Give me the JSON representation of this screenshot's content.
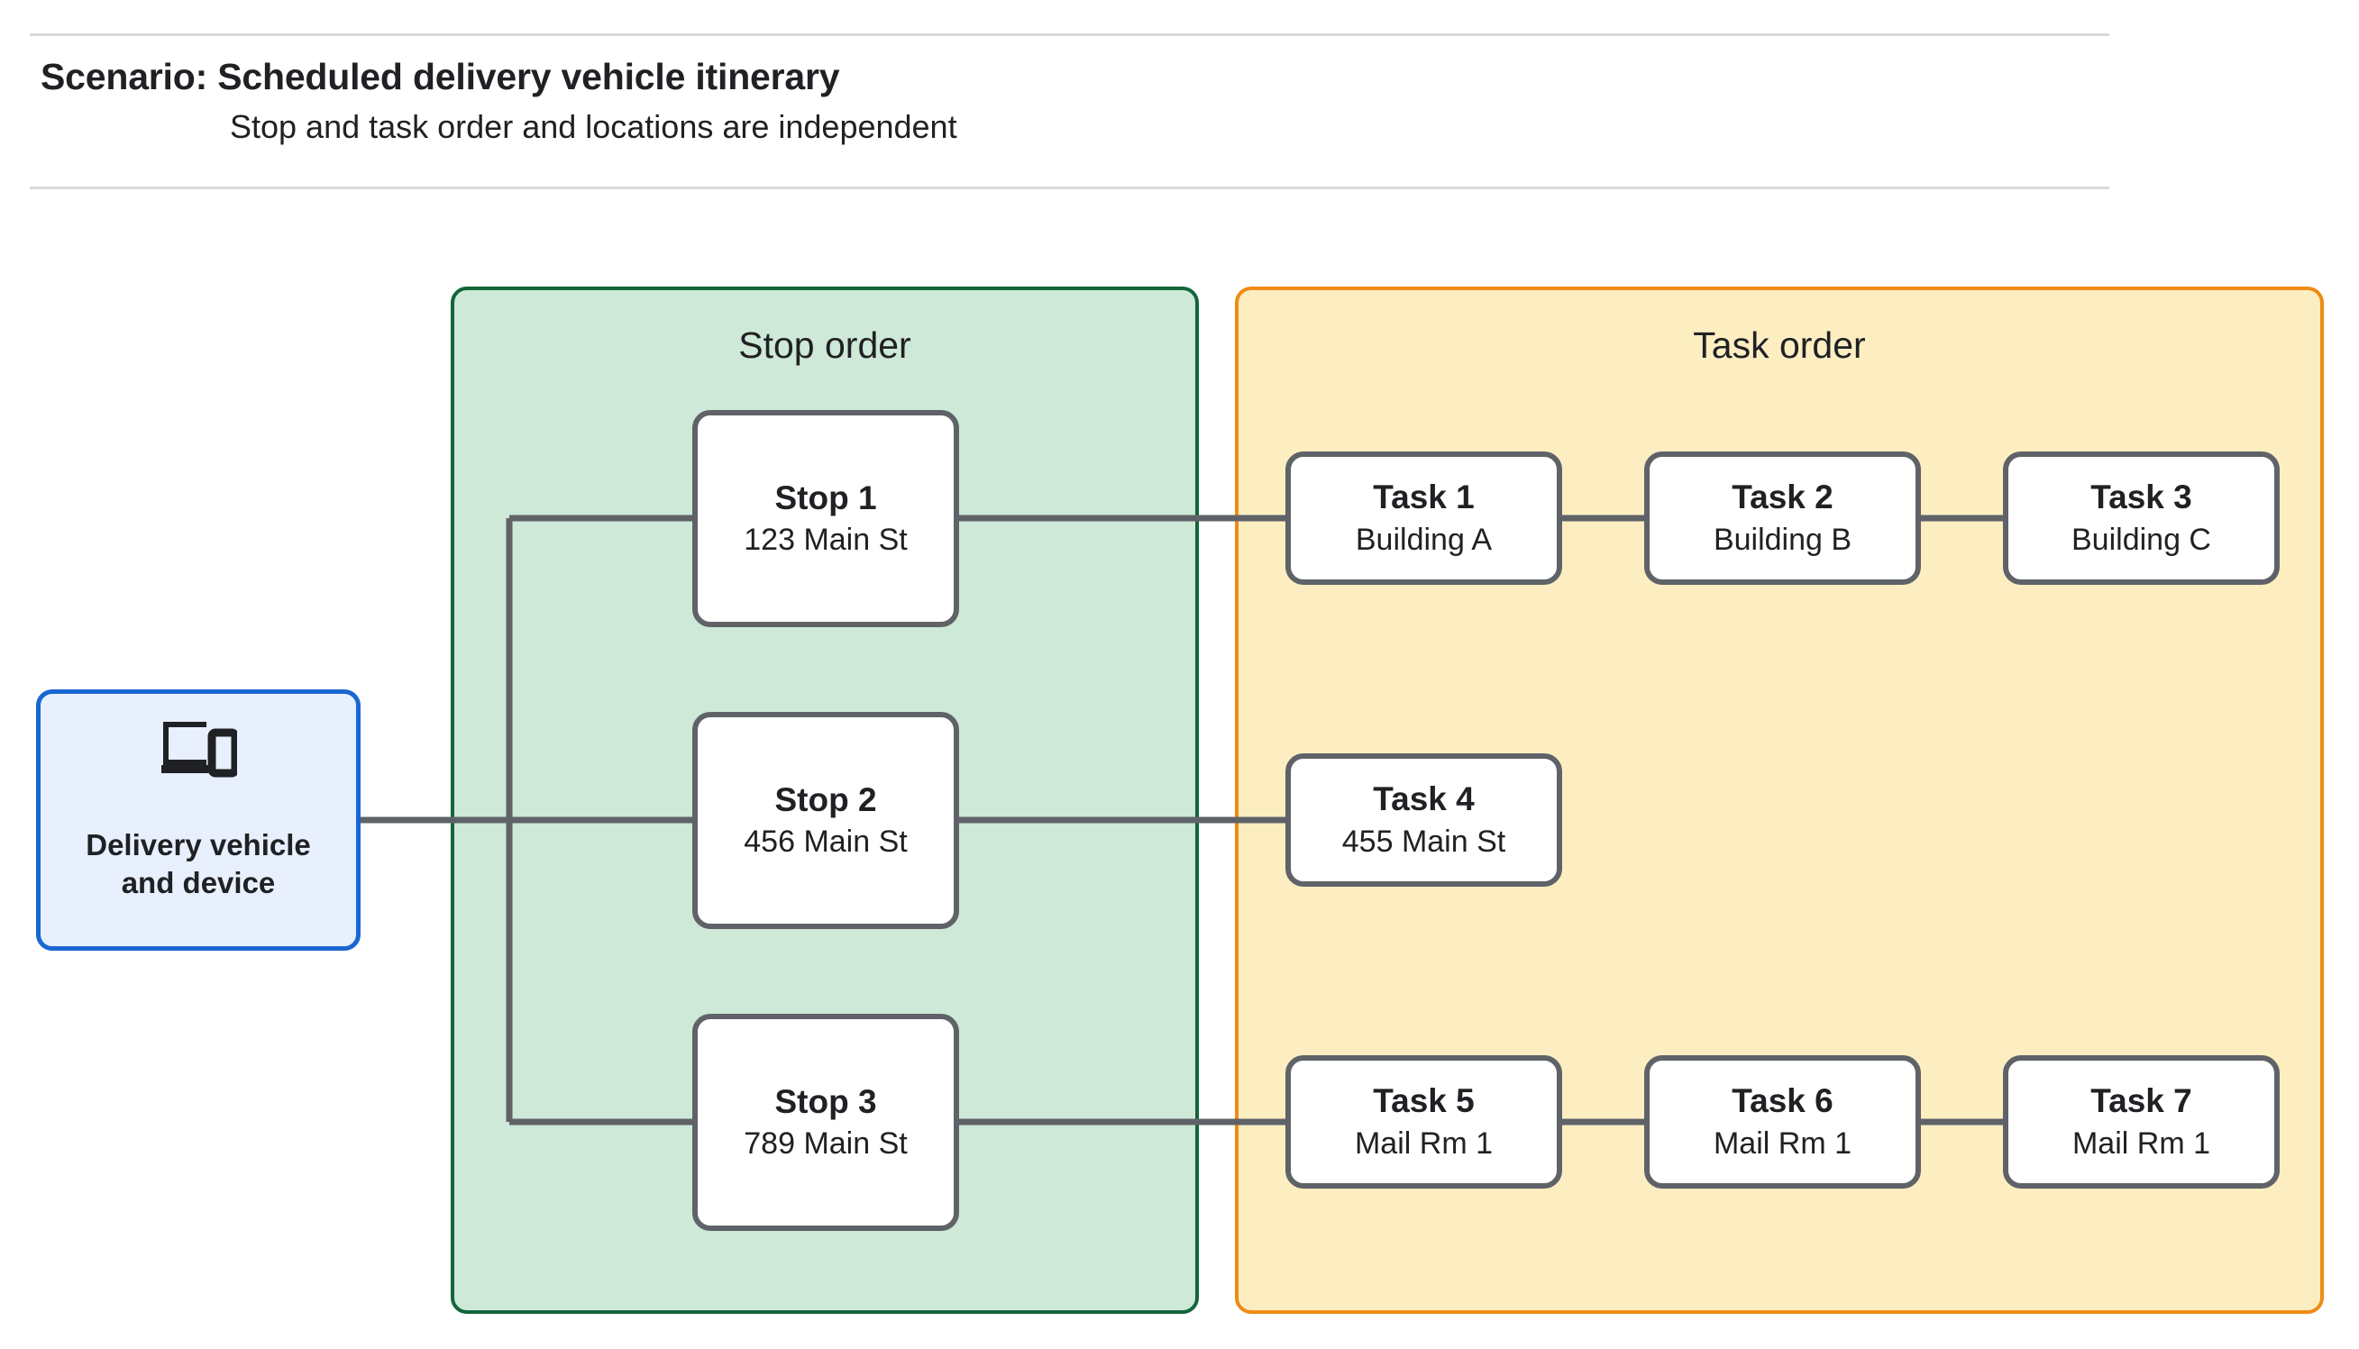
{
  "header": {
    "title": "Scenario: Scheduled delivery vehicle itinerary",
    "subtitle": "Stop and task order and locations are independent"
  },
  "vehicle": {
    "icon": "devices-icon",
    "label": "Delivery vehicle\nand device"
  },
  "stop_panel": {
    "title": "Stop order",
    "stops": [
      {
        "title": "Stop 1",
        "address": "123 Main St"
      },
      {
        "title": "Stop 2",
        "address": "456 Main St"
      },
      {
        "title": "Stop 3",
        "address": "789 Main St"
      }
    ]
  },
  "task_panel": {
    "title": "Task order",
    "rows": [
      [
        {
          "title": "Task 1",
          "location": "Building A"
        },
        {
          "title": "Task 2",
          "location": "Building B"
        },
        {
          "title": "Task 3",
          "location": "Building C"
        }
      ],
      [
        {
          "title": "Task 4",
          "location": "455 Main St"
        }
      ],
      [
        {
          "title": "Task 5",
          "location": "Mail Rm 1"
        },
        {
          "title": "Task 6",
          "location": "Mail Rm 1"
        },
        {
          "title": "Task 7",
          "location": "Mail Rm 1"
        }
      ]
    ]
  },
  "colors": {
    "vehicle_border": "#1967d2",
    "vehicle_fill": "#e8f0fe",
    "stop_panel_fill": "#cee9d7",
    "stop_panel_border": "#13653a",
    "task_panel_fill": "#fdeec2",
    "task_panel_border": "#ef8b18",
    "node_border": "#5f6368",
    "connector": "#5f6368",
    "rule": "#d9d9d9"
  }
}
